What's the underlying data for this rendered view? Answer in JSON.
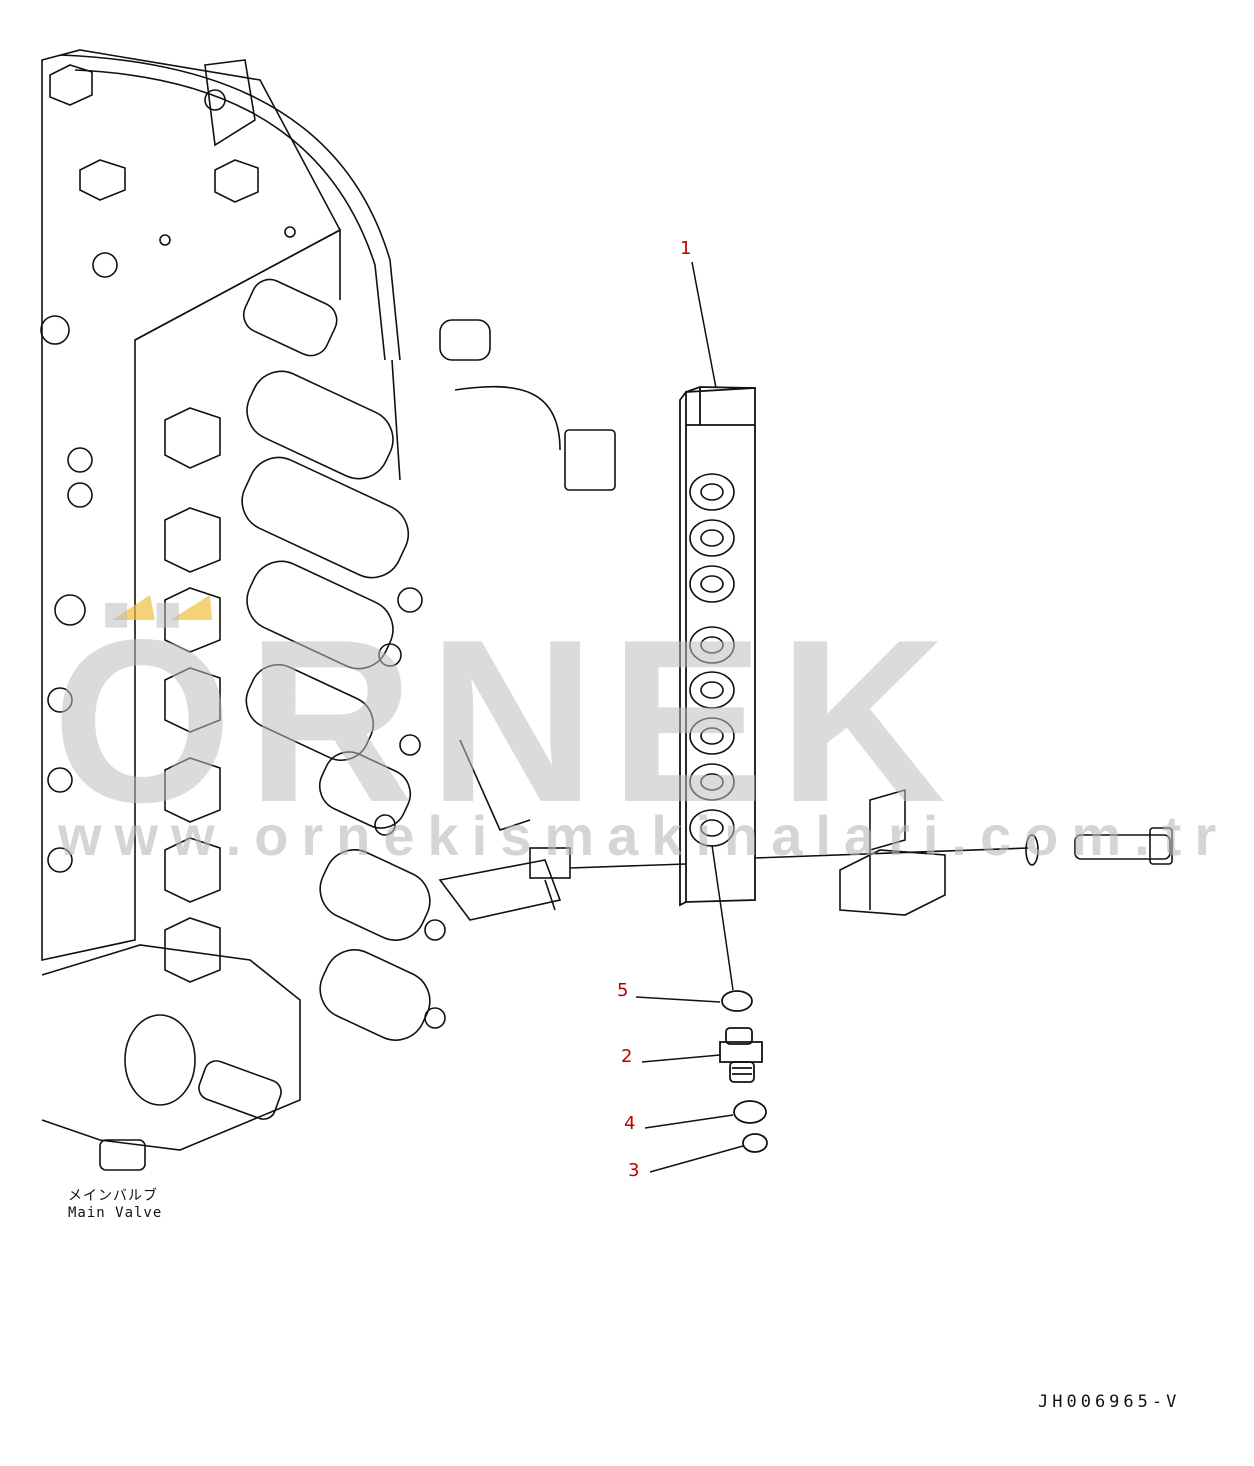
{
  "callouts": [
    {
      "id": "1",
      "label": "1"
    },
    {
      "id": "2",
      "label": "2"
    },
    {
      "id": "3",
      "label": "3"
    },
    {
      "id": "4",
      "label": "4"
    },
    {
      "id": "5",
      "label": "5"
    }
  ],
  "main_valve_caption": {
    "japanese": "メインバルブ",
    "english": "Main Valve"
  },
  "document_id": "JH006965-V",
  "watermark": {
    "brand": "ÖRNEK",
    "url": "www.ornekismakinalari.com.tr"
  },
  "colors": {
    "callout": "#c00000",
    "line": "#111111",
    "watermark": "#bebebe",
    "accent": "#f0c040"
  }
}
